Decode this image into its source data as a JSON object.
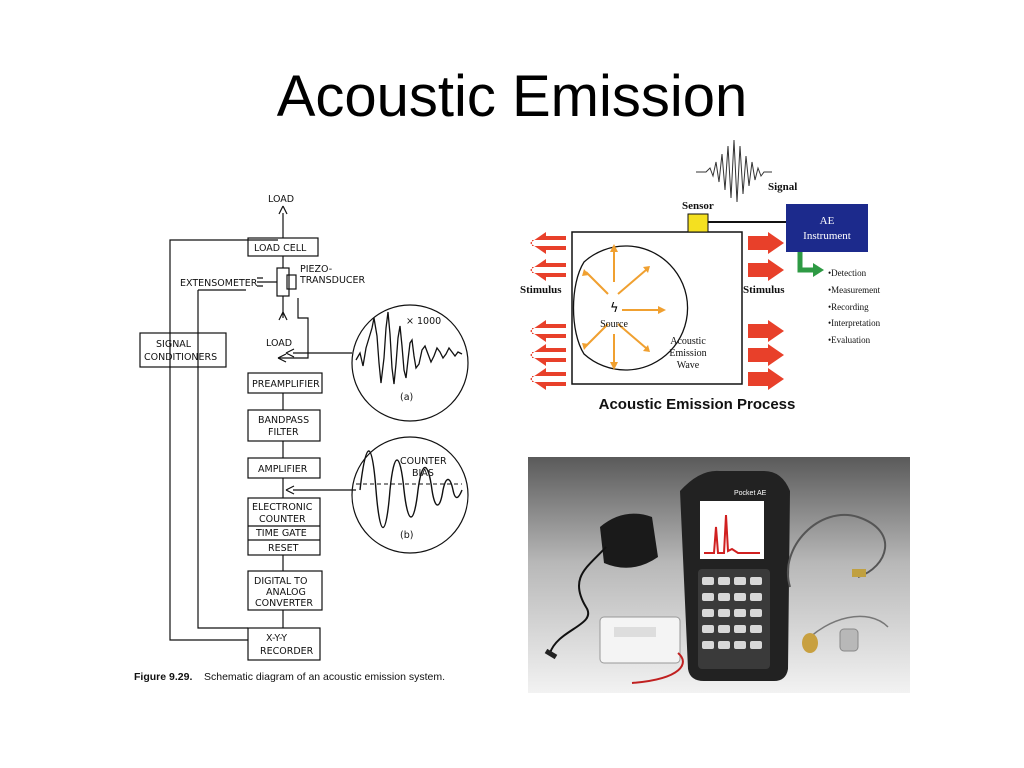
{
  "slide": {
    "title": "Acoustic Emission"
  },
  "schematic": {
    "load_top": "LOAD",
    "load_cell": "LOAD CELL",
    "piezo": [
      "PIEZO-",
      "TRANSDUCER"
    ],
    "extensometer": "EXTENSOMETER",
    "load_mid": "LOAD",
    "signal_conditioners": [
      "SIGNAL",
      "CONDITIONERS"
    ],
    "preamplifier": "PREAMPLIFIER",
    "bandpass": [
      "BANDPASS",
      "FILTER"
    ],
    "amplifier": "AMPLIFIER",
    "electronic_counter": [
      "ELECTRONIC",
      "COUNTER"
    ],
    "time_gate": "TIME GATE",
    "reset": "RESET",
    "dac": [
      "DIGITAL TO",
      "ANALOG",
      "CONVERTER"
    ],
    "recorder": [
      "X-Y-Y",
      "RECORDER"
    ],
    "inset_a_scale": "× 1000",
    "inset_a_label": "(a)",
    "inset_b_text": [
      "COUNTER",
      "BIAS"
    ],
    "inset_b_label": "(b)",
    "caption_bold": "Figure 9.29.",
    "caption_text": "Schematic diagram of an acoustic emission system."
  },
  "process": {
    "signal": "Signal",
    "sensor": "Sensor",
    "ae_instrument": [
      "AE",
      "Instrument"
    ],
    "stimulus_left": "Stimulus",
    "stimulus_right": "Stimulus",
    "source": "Source",
    "wave": [
      "Acoustic",
      "Emission",
      "Wave"
    ],
    "uses": [
      "•Detection",
      "•Measurement",
      "•Recording",
      "•Interpretation",
      "•Evaluation"
    ],
    "caption": "Acoustic Emission Process",
    "colors": {
      "arrow": "#e8402a",
      "sensor": "#f4e020",
      "instrument": "#1c2a8c",
      "green": "#2e9a44",
      "orange": "#f0a030"
    }
  },
  "photo": {
    "device_label": "Pocket AE",
    "icons": [
      "power-adapter-icon",
      "battery-pack-icon",
      "handheld-ae-device-icon",
      "sensor-cable-icon",
      "ae-sensor-icon"
    ]
  }
}
